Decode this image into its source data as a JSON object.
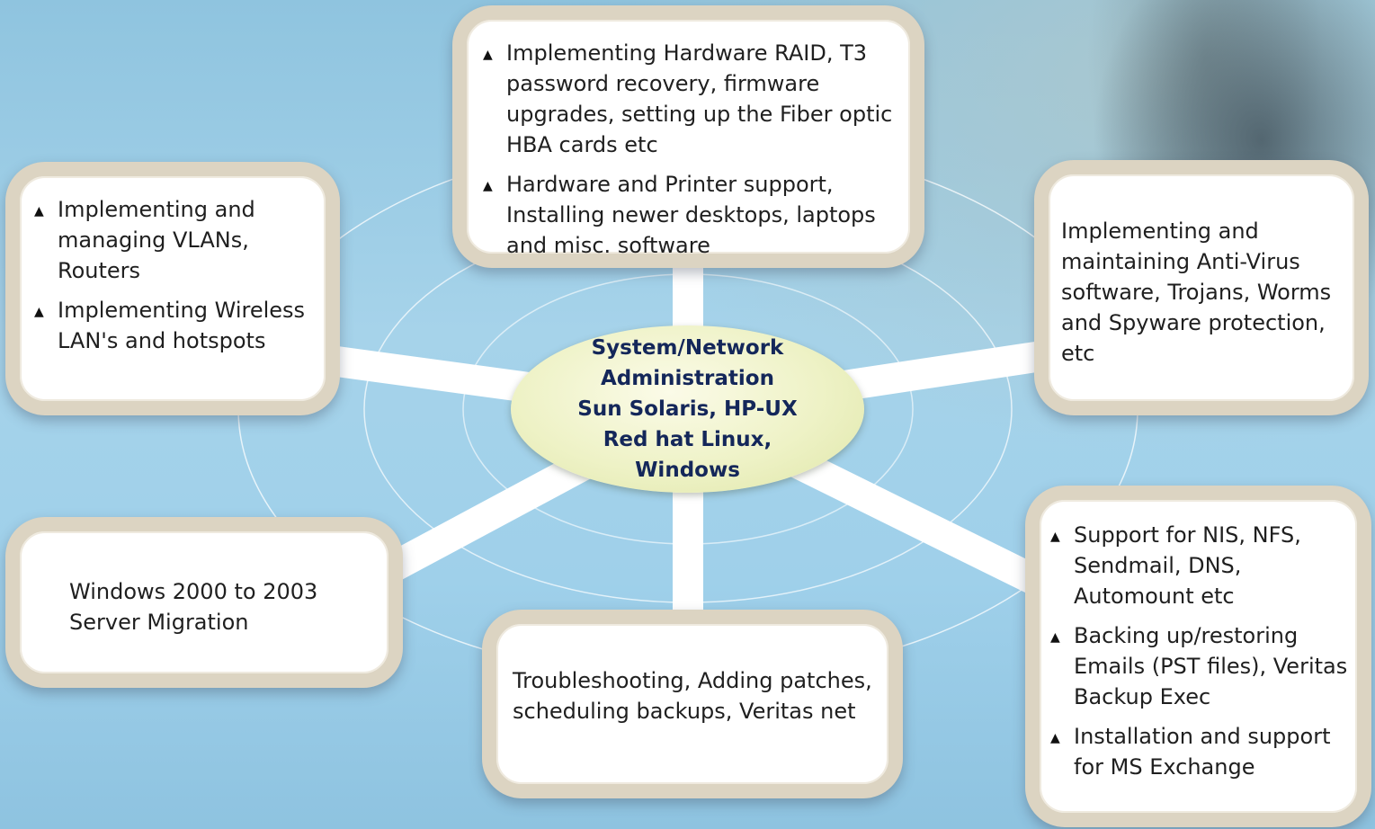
{
  "center": {
    "lines": [
      "System/Network",
      "Administration",
      "Sun Solaris, HP-UX",
      "Red hat Linux,",
      "Windows"
    ]
  },
  "top_box": {
    "items": [
      "Implementing Hardware RAID, T3 password recovery, firmware upgrades, setting up the Fiber optic HBA cards etc",
      "Hardware and Printer support, Installing newer desktops, laptops and misc. software"
    ]
  },
  "left_box": {
    "items": [
      "Implementing and managing VLANs, Routers",
      "Implementing Wireless LAN's and hotspots"
    ]
  },
  "right_box": {
    "text": "Implementing and maintaining Anti-Virus software, Trojans, Worms and Spyware protection, etc"
  },
  "bottom_left_box": {
    "text": "Windows 2000 to 2003 Server Migration"
  },
  "bottom_center_box": {
    "text": "Troubleshooting, Adding patches, scheduling backups, Veritas net"
  },
  "bottom_right_box": {
    "items": [
      "Support for NIS, NFS, Sendmail, DNS, Automount etc",
      "Backing up/restoring Emails (PST files), Veritas Backup Exec",
      "Installation and support for MS Exchange"
    ]
  },
  "bullet_glyph": "▲",
  "colors": {
    "spoke": "#ffffff",
    "frame": "#dcd4c2",
    "center_text": "#14275a",
    "center_fill": "#eef2c6"
  }
}
